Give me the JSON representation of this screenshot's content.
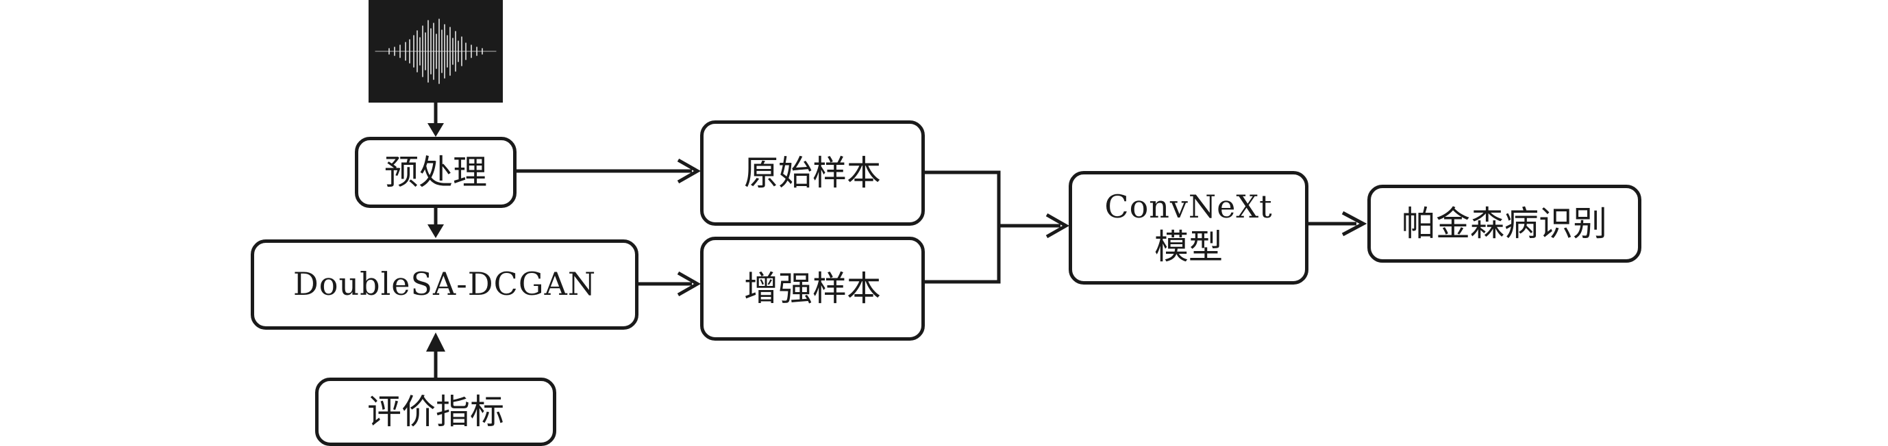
{
  "diagram": {
    "nodes": {
      "preprocess": "预处理",
      "gan": "DoubleSA-DCGAN",
      "metrics": "评价指标",
      "original": "原始样本",
      "augmented": "增强样本",
      "model_line1": "ConvNeXt",
      "model_line2": "模型",
      "result": "帕金森病识别"
    },
    "input_image": "speech-spectrogram-icon",
    "colors": {
      "stroke": "#1a1a1a",
      "image_bg": "#1b1b1b"
    }
  }
}
